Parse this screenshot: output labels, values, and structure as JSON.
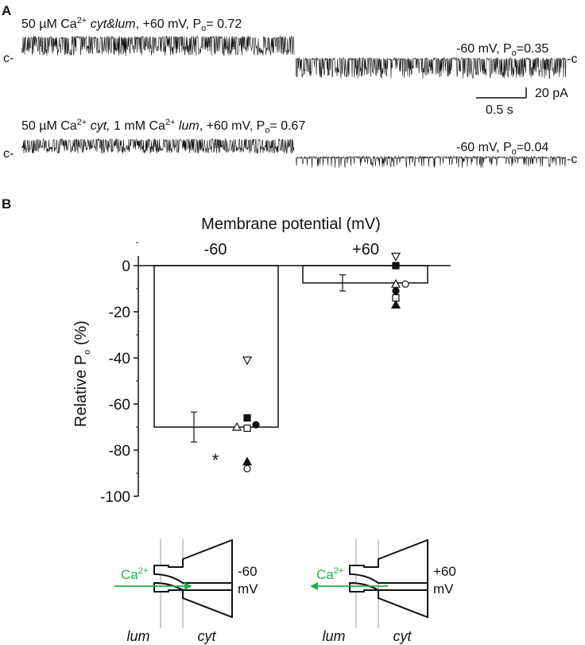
{
  "panelA": {
    "label": "A",
    "trace1": {
      "conc_text": "50 µM Ca",
      "sup": "2+",
      "cond": "cyt&lum",
      "rest": ", +60 mV, P",
      "sub": "o",
      "po_text": "= 0.72",
      "right_label": "-60 mV, P",
      "right_sub": "o",
      "right_po": "=0.35"
    },
    "trace2": {
      "conc_text": "50 µM Ca",
      "sup": "2+",
      "cond": "cyt,",
      "conc2": " 1 mM Ca",
      "sup2": "2+",
      "cond2": "lum",
      "rest": ", +60 mV, P",
      "sub": "o",
      "po_text": "= 0.67",
      "right_label": "-60 mV, P",
      "right_sub": "o",
      "right_po": "=0.04"
    },
    "closed_marker": "c-",
    "closed_marker_right": "-c",
    "scalebar_current": "20 pA",
    "scalebar_time": "0.5 s"
  },
  "panelB": {
    "label": "B",
    "title": "Membrane potential (mV)",
    "ylabel_main": "Relative P",
    "ylabel_sub": "o",
    "ylabel_tail": " (%)",
    "significance": "*"
  },
  "chart_data": {
    "type": "bar",
    "title": "Membrane potential (mV)",
    "xlabel": "",
    "ylabel": "Relative Po (%)",
    "categories": [
      "-60",
      "+60"
    ],
    "ylim": [
      -100,
      0
    ],
    "yticks": [
      0,
      -20,
      -40,
      -60,
      -80,
      -100
    ],
    "grid": false,
    "values": [
      -70,
      -7.5
    ],
    "error": [
      6.5,
      3.5
    ],
    "series": [
      {
        "marker": "triangle-down-open",
        "values": [
          -41,
          4
        ]
      },
      {
        "marker": "square-filled",
        "values": [
          -66,
          0
        ]
      },
      {
        "marker": "triangle-up-open",
        "values": [
          -70,
          -8
        ]
      },
      {
        "marker": "square-open",
        "values": [
          -70.5,
          -14
        ]
      },
      {
        "marker": "circle-filled",
        "values": [
          -69,
          -11
        ]
      },
      {
        "marker": "circle-open",
        "values": [
          -88,
          -8
        ]
      },
      {
        "marker": "triangle-up-filled",
        "values": [
          -85,
          -17
        ]
      }
    ]
  },
  "diagrams": [
    {
      "ion": "Ca",
      "sup": "2+",
      "voltage": "-60",
      "unit": "mV",
      "left_label": "lum",
      "right_label": "cyt",
      "direction": "right"
    },
    {
      "ion": "Ca",
      "sup": "2+",
      "voltage": "+60",
      "unit": "mV",
      "left_label": "lum",
      "right_label": "cyt",
      "direction": "left"
    }
  ],
  "colors": {
    "ion_arrow": "#22b04b",
    "ink": "#111111"
  }
}
